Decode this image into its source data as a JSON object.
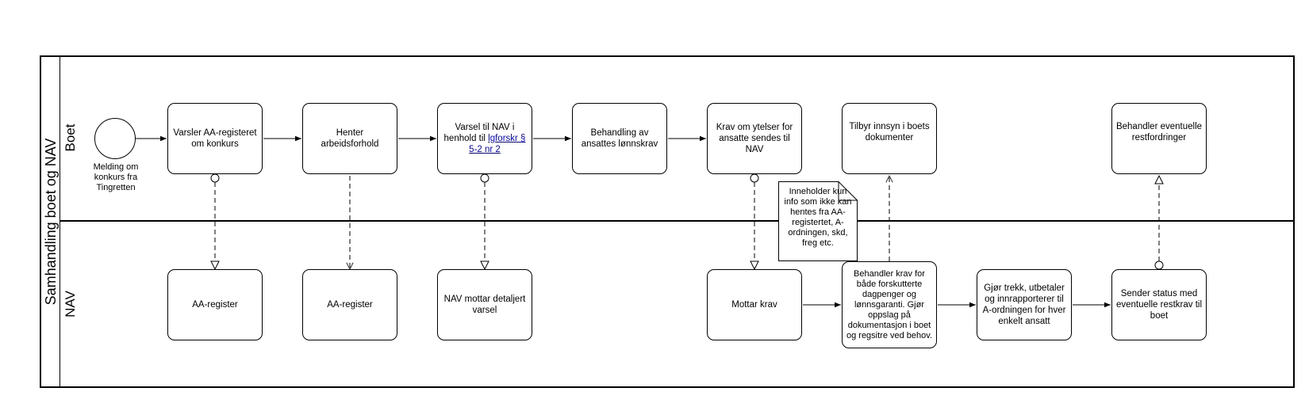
{
  "pool": {
    "title": "Samhandling boet og NAV"
  },
  "lanes": {
    "boet": "Boet",
    "nav": "NAV"
  },
  "start_event": {
    "label": "Melding om konkurs fra Tingretten"
  },
  "tasks": {
    "varsler_aa": "Varsler AA-registeret om konkurs",
    "henter": "Henter arbeidsforhold",
    "varsel_nav_prefix": "Varsel til NAV i henhold til ",
    "varsel_nav_link": "lgforskr § 5-2 nr 2",
    "behandling": "Behandling av ansattes lønnskrav",
    "krav_ytelser": "Krav om ytelser for ansatte sendes til NAV",
    "tilbyr_innsyn": "Tilbyr innsyn i boets dokumenter",
    "behandler_rest": "Behandler eventuelle restfordringer",
    "aa_register_1": "AA-register",
    "aa_register_2": "AA-register",
    "nav_mottar": "NAV mottar detaljert varsel",
    "mottar_krav": "Mottar krav",
    "behandler_krav": "Behandler krav for både forskutterte dagpenger og lønnsgaranti. Gjør oppslag på dokumentasjon i boet og regsitre ved behov.",
    "gjor_trekk": "Gjør trekk, utbetaler og innrapporterer til A-ordningen for hver enkelt ansatt",
    "sender_status": "Sender status med eventuelle restkrav til boet"
  },
  "annotation": {
    "text": "Inneholder kun info som ikke kan hentes fra AA-registertet, A-ordningen, skd, freg etc."
  }
}
